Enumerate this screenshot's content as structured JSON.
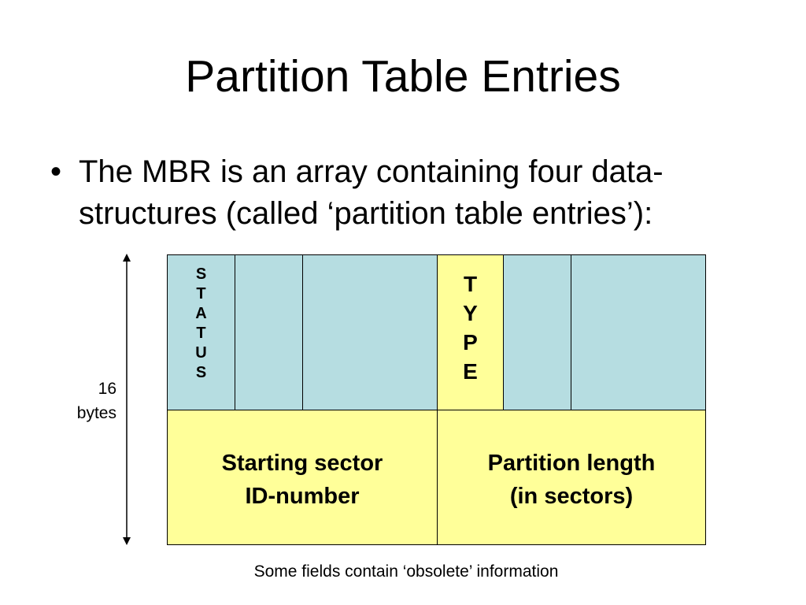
{
  "title": "Partition Table Entries",
  "bullet": {
    "symbol": "•",
    "lines": [
      "The MBR is an array containing four data-",
      "structures (called ‘partition table entries’):"
    ]
  },
  "size_label": [
    "16",
    "bytes"
  ],
  "diagram": {
    "status_letters": [
      "S",
      "T",
      "A",
      "T",
      "U",
      "S"
    ],
    "type_letters": [
      "T",
      "Y",
      "P",
      "E"
    ],
    "starting_sector": [
      "Starting sector",
      "ID-number"
    ],
    "partition_length": [
      "Partition length",
      "(in sectors)"
    ],
    "colors": {
      "upper_fields": "#b6dde1",
      "highlight_fields": "#ffff99"
    }
  },
  "footnote": "Some fields contain ‘obsolete’ information"
}
